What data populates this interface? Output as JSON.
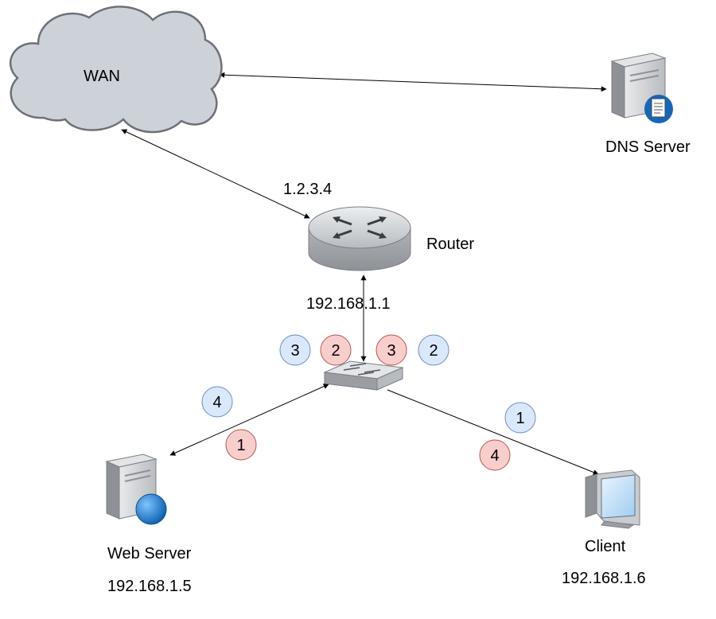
{
  "labels": {
    "wan": "WAN",
    "dns_server": "DNS Server",
    "wan_ip": "1.2.3.4",
    "router": "Router",
    "router_lan_ip": "192.168.1.1",
    "web_server": "Web Server",
    "web_server_ip": "192.168.1.5",
    "client": "Client",
    "client_ip": "192.168.1.6"
  },
  "icons": {
    "wan": "cloud-icon",
    "dns_server": "dns-server-icon",
    "router": "router-icon",
    "switch": "switch-icon",
    "web_server": "web-server-icon",
    "client": "client-computer-icon"
  },
  "steps": {
    "blue": [
      "3",
      "2",
      "4",
      "1"
    ],
    "red": [
      "2",
      "3",
      "1",
      "4"
    ]
  },
  "colors": {
    "blue_fill": "#dae8fc",
    "blue_stroke": "#6c8ebf",
    "red_fill": "#f8cecc",
    "red_stroke": "#b85450",
    "cloud_fill": "#cdd2d9",
    "device_gray": "#a9abae"
  }
}
